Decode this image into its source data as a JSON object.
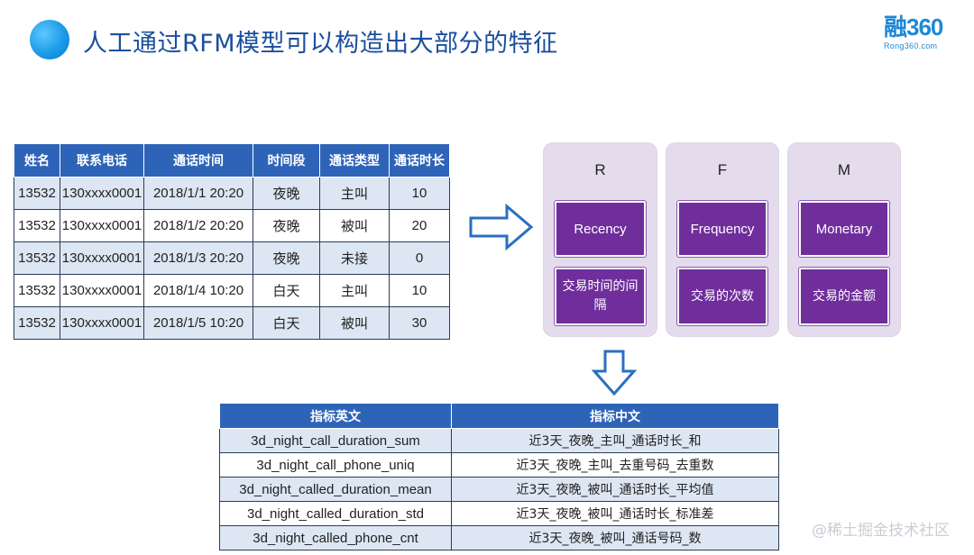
{
  "title": "人工通过RFM模型可以构造出大部分的特征",
  "logo": {
    "main": "融360",
    "sub": "Rong360.com"
  },
  "call_table": {
    "headers": [
      "姓名",
      "联系电话",
      "通话时间",
      "时间段",
      "通话类型",
      "通话时长"
    ],
    "rows": [
      [
        "13532",
        "130xxxx0001",
        "2018/1/1 20:20",
        "夜晚",
        "主叫",
        "10"
      ],
      [
        "13532",
        "130xxxx0001",
        "2018/1/2 20:20",
        "夜晚",
        "被叫",
        "20"
      ],
      [
        "13532",
        "130xxxx0001",
        "2018/1/3 20:20",
        "夜晚",
        "未接",
        "0"
      ],
      [
        "13532",
        "130xxxx0001",
        "2018/1/4 10:20",
        "白天",
        "主叫",
        "10"
      ],
      [
        "13532",
        "130xxxx0001",
        "2018/1/5 10:20",
        "白天",
        "被叫",
        "30"
      ]
    ]
  },
  "rfm": [
    {
      "letter": "R",
      "en": "Recency",
      "cn": "交易时间的间隔"
    },
    {
      "letter": "F",
      "en": "Frequency",
      "cn": "交易的次数"
    },
    {
      "letter": "M",
      "en": "Monetary",
      "cn": "交易的金额"
    }
  ],
  "feature_table": {
    "headers": [
      "指标英文",
      "指标中文"
    ],
    "rows": [
      [
        "3d_night_call_duration_sum",
        "近3天_夜晚_主叫_通话时长_和"
      ],
      [
        "3d_night_call_phone_uniq",
        "近3天_夜晚_主叫_去重号码_去重数"
      ],
      [
        "3d_night_called_duration_mean",
        "近3天_夜晚_被叫_通话时长_平均值"
      ],
      [
        "3d_night_called_duration_std",
        "近3天_夜晚_被叫_通话时长_标准差"
      ],
      [
        "3d_night_called_phone_cnt",
        "近3天_夜晚_被叫_通话号码_数"
      ]
    ]
  },
  "watermark": "@稀土掘金技术社区",
  "colors": {
    "header_blue": "#2e64b8",
    "row_tint": "#dde6f3",
    "rfm_purple": "#6f2e9c",
    "rfm_panel": "#e4dcec",
    "title_blue": "#1b4f9e"
  }
}
